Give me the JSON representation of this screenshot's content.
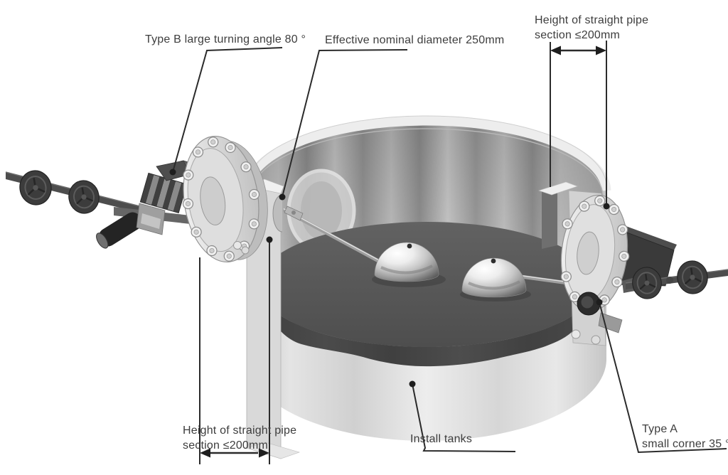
{
  "diagram": {
    "callouts": {
      "type_b": {
        "text": "Type B large turning angle 80 °"
      },
      "effective_diameter": {
        "text": "Effective nominal diameter 250mm"
      },
      "straight_pipe_right": {
        "line1": "Height of straight pipe",
        "line2": "section ≤200mm"
      },
      "straight_pipe_left": {
        "line1": "Height of straight pipe",
        "line2": "section ≤200mm"
      },
      "install_tanks": {
        "text": "Install tanks"
      },
      "type_a": {
        "line1": "Type A",
        "line2": "small corner 35 °"
      }
    },
    "components": [
      "tank",
      "liquid-surface",
      "left-float",
      "right-float",
      "left-flange-valve-assembly",
      "right-flange-valve-assembly",
      "left-pipe-handwheels",
      "right-pipe-handwheels"
    ],
    "colors": {
      "background": "#ffffff",
      "label_text": "#3d3d3d",
      "leader_line": "#2b2b2b",
      "tank_wall_light": "#dcdcdc",
      "tank_inner_wall": "#9a9a9a",
      "liquid_surface": "#575757",
      "liquid_front": "#464646",
      "hardware_dark": "#3a3a3a",
      "float_chrome_highlight": "#ffffff"
    }
  }
}
